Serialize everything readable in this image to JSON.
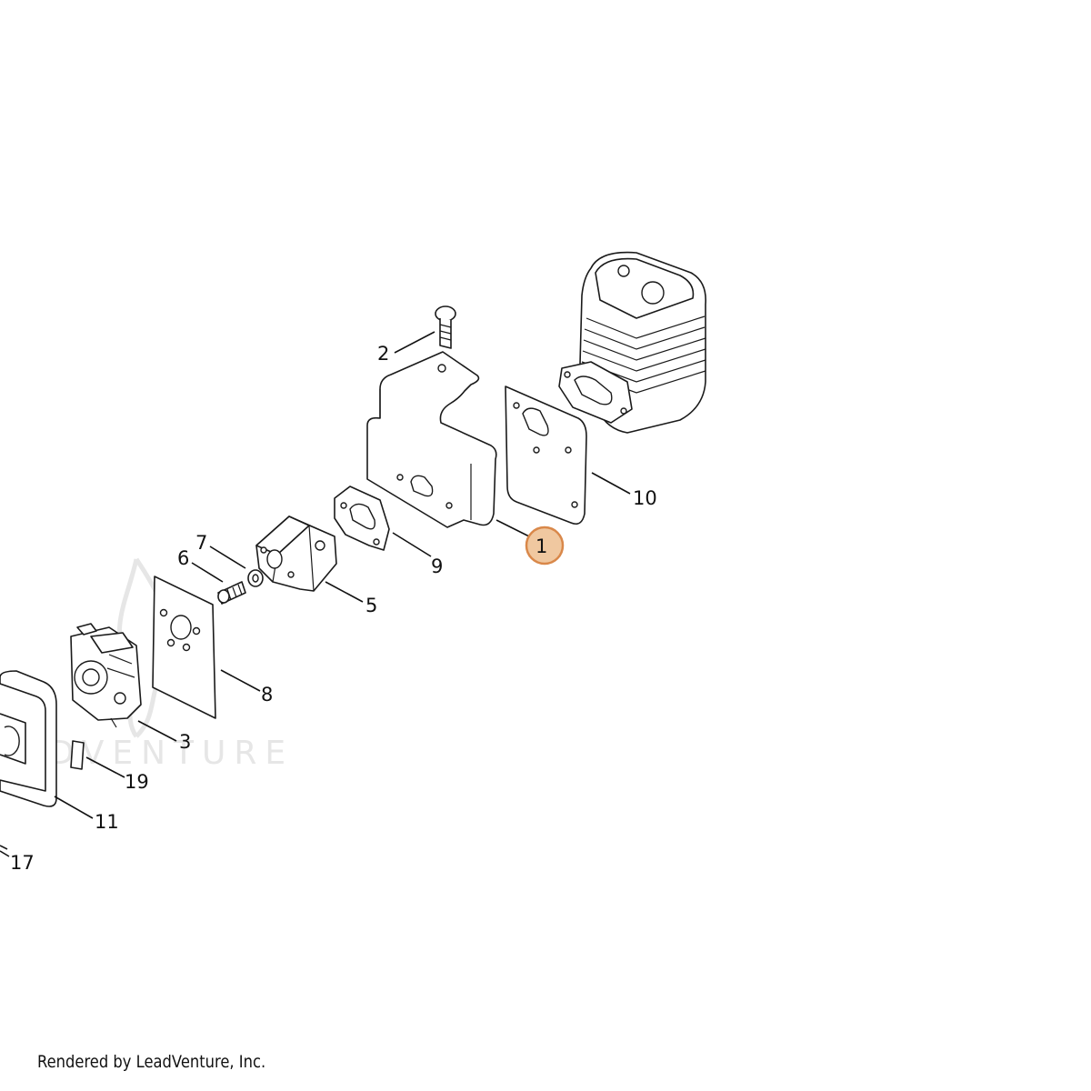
{
  "diagram": {
    "callouts": [
      {
        "number": "1",
        "highlighted": true
      },
      {
        "number": "2"
      },
      {
        "number": "3"
      },
      {
        "number": "5"
      },
      {
        "number": "6"
      },
      {
        "number": "7"
      },
      {
        "number": "8"
      },
      {
        "number": "9"
      },
      {
        "number": "10"
      },
      {
        "number": "11"
      },
      {
        "number": "17"
      },
      {
        "number": "19"
      }
    ],
    "highlight_color": "#f0c8a0",
    "highlight_border": "#d9884a"
  },
  "watermark": {
    "text": "ADVENTURE"
  },
  "footer": {
    "text": "Rendered by LeadVenture, Inc."
  }
}
